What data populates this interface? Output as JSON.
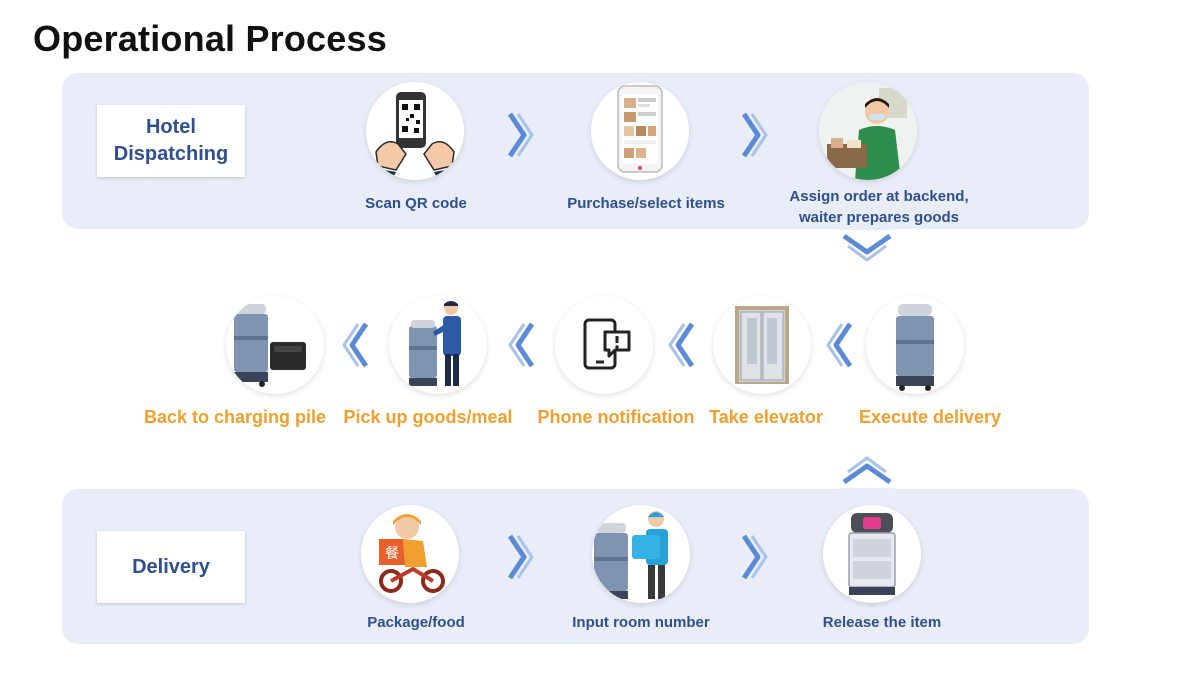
{
  "title": "Operational Process",
  "sections": {
    "hotel": {
      "label_line1": "Hotel",
      "label_line2": "Dispatching"
    },
    "delivery": {
      "label": "Delivery"
    }
  },
  "hotel_steps": [
    {
      "label": "Scan QR code",
      "icon": "qr-scan-phone-icon"
    },
    {
      "label": "Purchase/select items",
      "icon": "shopping-app-phone-icon"
    },
    {
      "label_line1": "Assign order at backend,",
      "label_line2": "waiter prepares goods",
      "icon": "waiter-preparing-icon"
    }
  ],
  "middle_steps": [
    {
      "label": "Back to charging pile",
      "icon": "robot-charging-icon"
    },
    {
      "label": "Pick up goods/meal",
      "icon": "robot-pickup-icon"
    },
    {
      "label": "Phone notification",
      "icon": "phone-notification-icon"
    },
    {
      "label": "Take elevator",
      "icon": "elevator-icon"
    },
    {
      "label": "Execute delivery",
      "icon": "delivery-robot-icon"
    }
  ],
  "delivery_steps": [
    {
      "label": "Package/food",
      "icon": "courier-scooter-icon"
    },
    {
      "label": "Input room number",
      "icon": "robot-courier-icon"
    },
    {
      "label": "Release the item",
      "icon": "robot-release-icon"
    }
  ],
  "colors": {
    "accent_blue": "#2f4f8f",
    "orange": "#f0a030",
    "arrow_blue": "#5b8ad6",
    "band": "#e8edf7"
  }
}
